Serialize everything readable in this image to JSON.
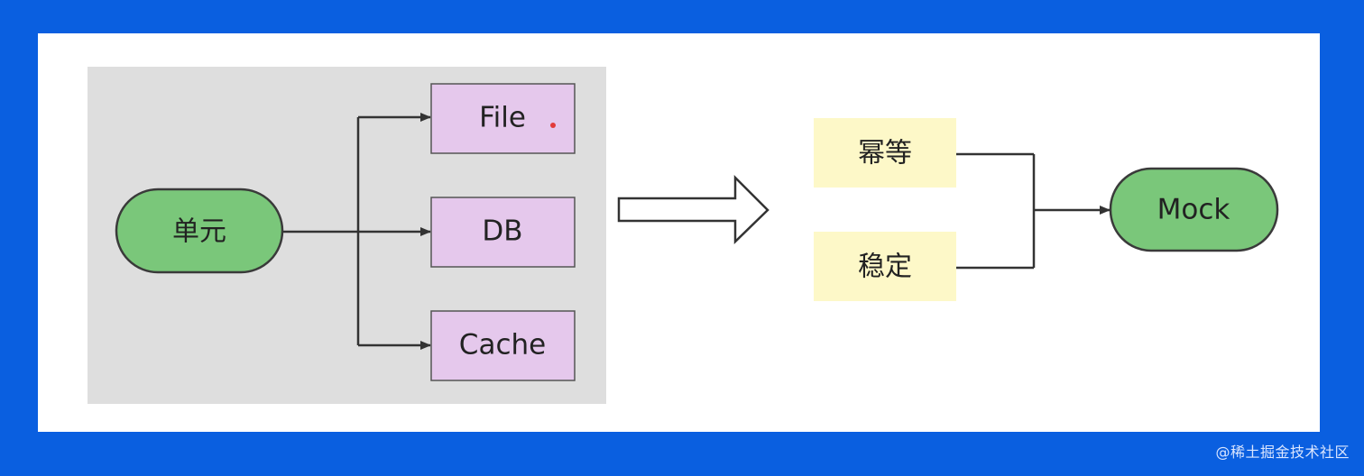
{
  "diagram": {
    "nodes": {
      "unit": "单元",
      "file": "File",
      "db": "DB",
      "cache": "Cache",
      "idempotent": "幂等",
      "stable": "稳定",
      "mock": "Mock"
    }
  },
  "watermark": "@稀土掘金技术社区",
  "colors": {
    "background": "#0a5fe0",
    "panel": "#ffffff",
    "group": "#dedede",
    "green_node": "#7ac77a",
    "purple_node": "#e5c8ec",
    "yellow_node": "#fdf8c8",
    "stroke": "#3a3a3a"
  }
}
